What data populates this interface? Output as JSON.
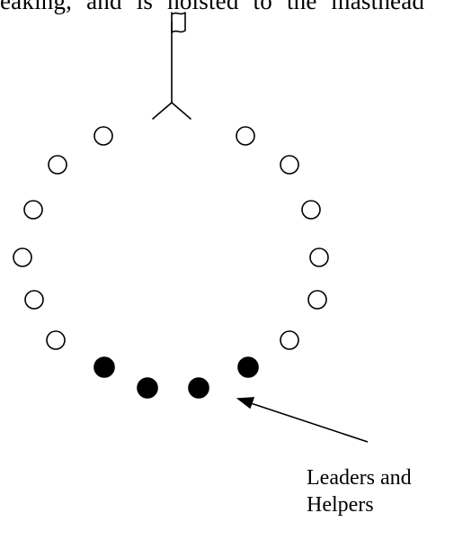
{
  "header_text": {
    "part1": "eaking,",
    "part2": "and",
    "part3": "is",
    "part4": "hoisted",
    "part5": "to",
    "part6": "the",
    "part7": "masthead"
  },
  "caption": {
    "line1": "Leaders and",
    "line2": "Helpers"
  },
  "colors": {
    "ink": "#000000",
    "paper": "#ffffff"
  },
  "icons": {
    "flag": "flag-icon",
    "arrow": "arrow-icon"
  }
}
